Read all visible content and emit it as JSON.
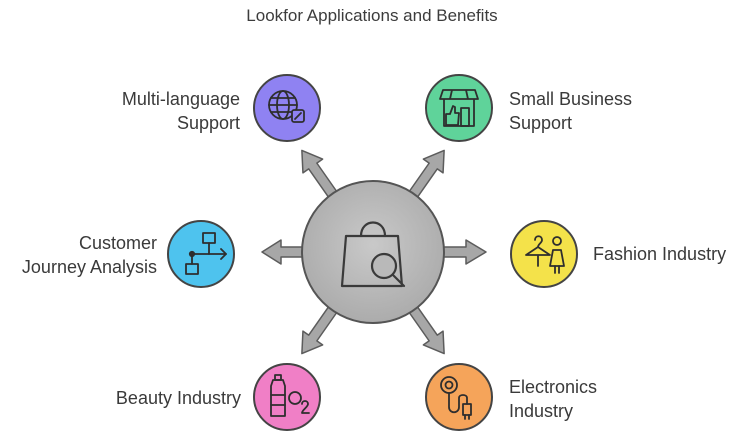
{
  "title": "Lookfor Applications and Benefits",
  "center": {
    "icon": "shopping-bag-search-icon"
  },
  "items": [
    {
      "key": "multilang",
      "lines": [
        "Multi-language",
        "Support"
      ],
      "icon": "globe-translate-icon",
      "color": "#8f82f2"
    },
    {
      "key": "smallbiz",
      "lines": [
        "Small Business",
        "Support"
      ],
      "icon": "storefront-thumbs-up-icon",
      "color": "#5fd39a"
    },
    {
      "key": "journey",
      "lines": [
        "Customer",
        "Journey Analysis"
      ],
      "icon": "flowchart-icon",
      "color": "#4ec3ee"
    },
    {
      "key": "fashion",
      "lines": [
        "Fashion Industry"
      ],
      "icon": "hanger-dress-icon",
      "color": "#f4e24a"
    },
    {
      "key": "beauty",
      "lines": [
        "Beauty Industry"
      ],
      "icon": "cosmetics-bottle-o2-icon",
      "color": "#f07fc6"
    },
    {
      "key": "electronics",
      "lines": [
        "Electronics",
        "Industry"
      ],
      "icon": "cable-plug-icon",
      "color": "#f5a45a"
    }
  ]
}
